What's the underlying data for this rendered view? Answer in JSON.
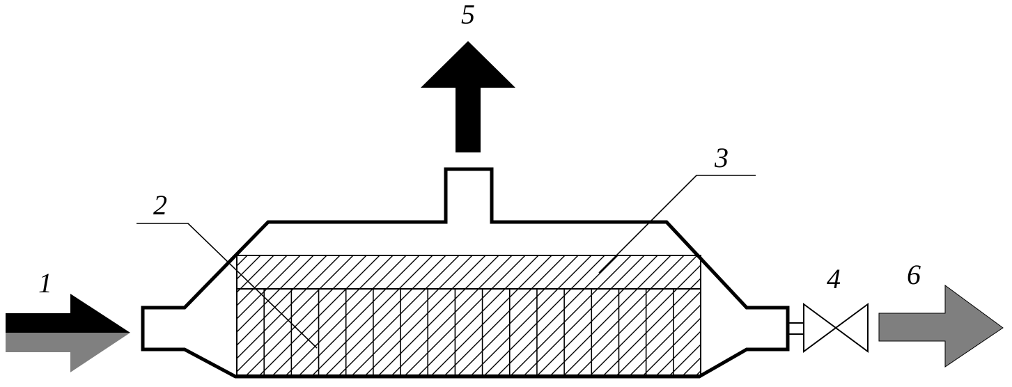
{
  "labels": {
    "inlet": "1",
    "membrane_tubes": "2",
    "membrane_layer": "3",
    "valve": "4",
    "permeate_outlet": "5",
    "retentate_outlet": "6"
  },
  "colors": {
    "outline": "#000000",
    "inlet_top": "#000000",
    "inlet_bottom": "#808080",
    "outlet_arrow": "#7f7f7f",
    "permeate_arrow": "#000000",
    "background": "#ffffff"
  }
}
